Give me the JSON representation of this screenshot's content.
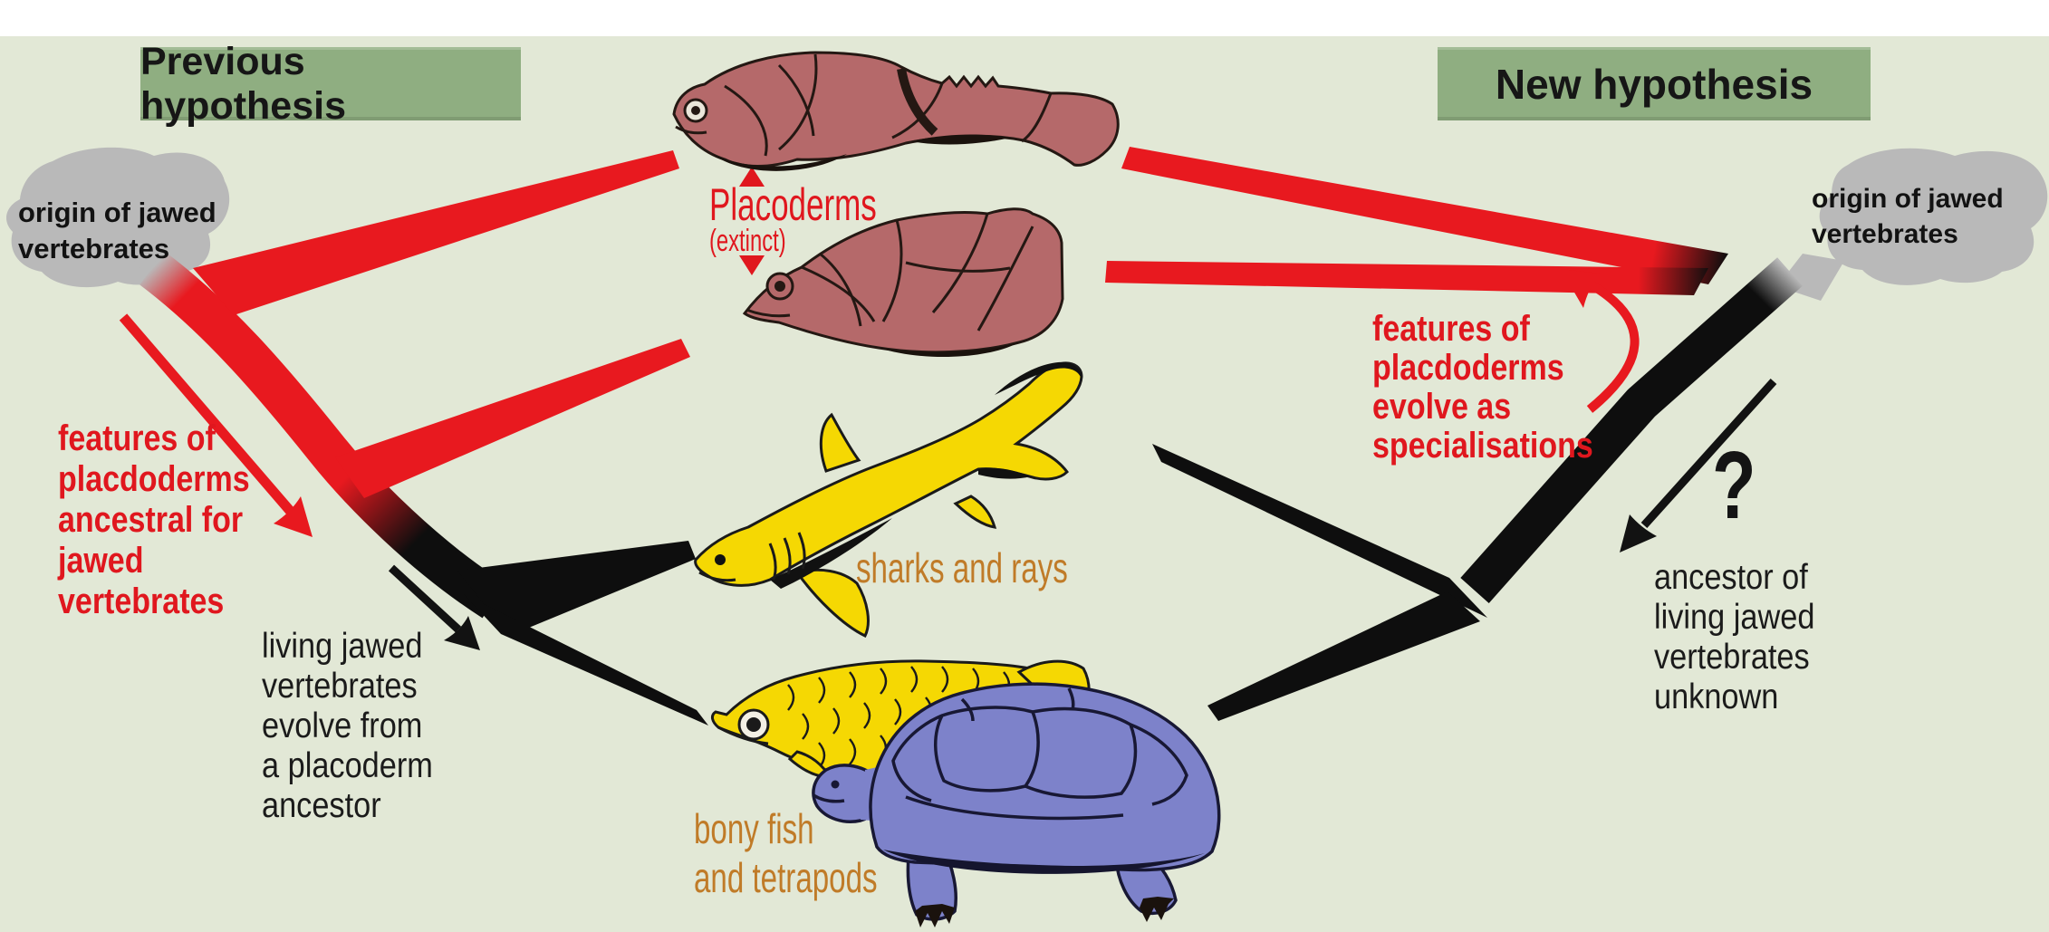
{
  "figure": {
    "headers": {
      "previous": "Previous hypothesis",
      "new": "New hypothesis"
    },
    "origin_left": {
      "lines": [
        "origin of jawed",
        "vertebrates"
      ]
    },
    "origin_right": {
      "lines": [
        "origin of jawed",
        "vertebrates"
      ]
    },
    "placoderm_label": {
      "name": "Placoderms",
      "status": "(extinct)"
    },
    "taxa_labels": {
      "sharks": "sharks and rays",
      "bony": {
        "lines": [
          "bony fish",
          "and tetrapods"
        ]
      }
    },
    "left_red_note": {
      "lines": [
        "features of",
        "placdoderms",
        "ancestral for",
        "jawed",
        "vertebrates"
      ]
    },
    "left_black_note": {
      "lines": [
        "living jawed",
        "vertebrates",
        "evolve from",
        "a placoderm",
        "ancestor"
      ]
    },
    "right_red_note": {
      "lines": [
        "features of",
        "placdoderms",
        "evolve as",
        "specialisations"
      ]
    },
    "right_black_note": {
      "lines": [
        "ancestor of",
        "living jawed",
        "vertebrates",
        "unknown"
      ]
    },
    "question_mark": "?",
    "colors": {
      "background": "#e2e8d6",
      "header_green": "#8fae81",
      "blob_gray": "#b9b9b9",
      "tree_red": "#e8191f",
      "tree_black": "#0e0e0e",
      "placoderm_fill": "#b5696a",
      "shark_yellow": "#f5d803",
      "turtle_blue": "#7d82ca",
      "orange_label": "#c07b28",
      "red_text": "#e0171e"
    }
  }
}
